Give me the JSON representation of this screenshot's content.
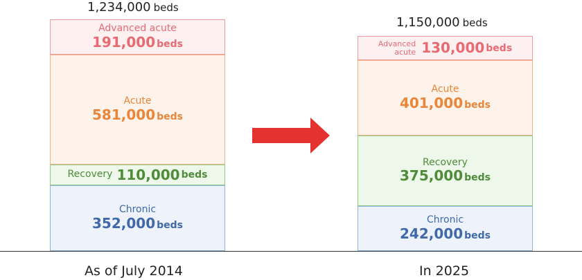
{
  "chart_data": {
    "type": "bar",
    "stacked": true,
    "unit": "beds",
    "categories": [
      "As of July 2014",
      "In 2025"
    ],
    "totals": [
      {
        "value": "1,234,000",
        "unit": "beds"
      },
      {
        "value": "1,150,000",
        "unit": "beds"
      }
    ],
    "series": [
      {
        "name": "Chronic",
        "values": [
          352000,
          242000
        ],
        "labels": [
          "352,000",
          "242,000"
        ],
        "color": "#3f69a8",
        "fill": "#eef3fb",
        "border": "#8fb3dd"
      },
      {
        "name": "Recovery",
        "values": [
          110000,
          375000
        ],
        "labels": [
          "110,000",
          "375,000"
        ],
        "color": "#4e8c3a",
        "fill": "#edf7ea",
        "border": "#8fcb83"
      },
      {
        "name": "Acute",
        "values": [
          581000,
          401000
        ],
        "labels": [
          "581,000",
          "401,000"
        ],
        "color": "#e9863a",
        "fill": "#fef3ea",
        "border": "#f2b487"
      },
      {
        "name": "Advanced acute",
        "values": [
          191000,
          130000
        ],
        "labels": [
          "191,000",
          "130,000"
        ],
        "color": "#e86a72",
        "fill": "#fdf0f1",
        "border": "#ee9aa0"
      }
    ],
    "left_labels": {
      "advanced": "Advanced acute",
      "acute": "Acute",
      "recovery": "Recovery",
      "chronic": "Chronic"
    },
    "right_labels": {
      "advanced_line1": "Advanced",
      "advanced_line2": "acute",
      "acute": "Acute",
      "recovery": "Recovery",
      "chronic": "Chronic"
    },
    "arrow_color": "#e3322f"
  }
}
